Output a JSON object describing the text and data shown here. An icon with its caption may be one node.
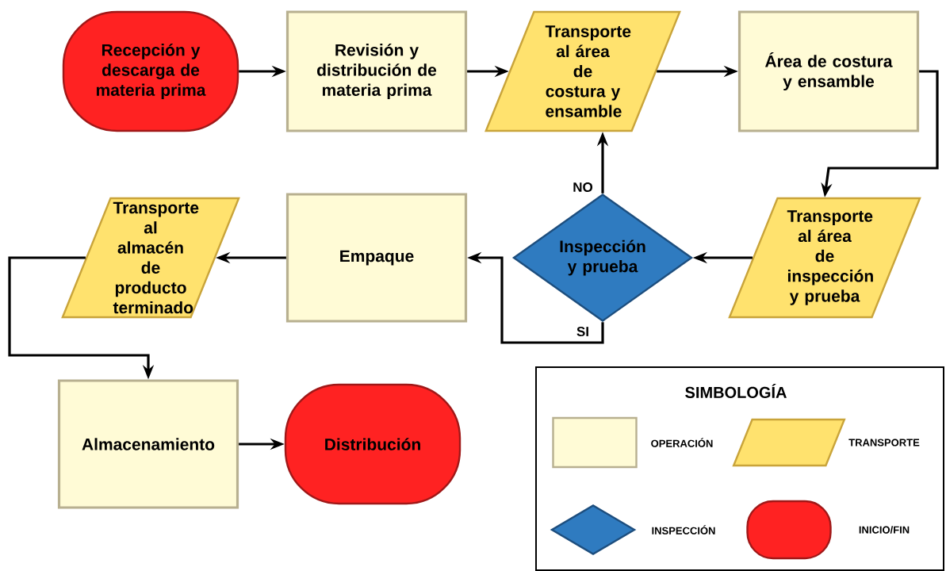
{
  "diagram": {
    "nodes": [
      {
        "text": [
          "Recepción y descarga de materia prima"
        ]
      },
      {
        "text": [
          "Revisión y distribución de materia prima"
        ]
      },
      {
        "text": [
          "Transporte al área de costura y ensamble"
        ]
      },
      {
        "text": [
          "Área de costura y ensamble"
        ]
      },
      {
        "text": [
          "Transporte al área de inspección y prueba"
        ]
      },
      {
        "text": [
          "Inspección y prueba"
        ]
      },
      {
        "text": [
          "Empaque"
        ]
      },
      {
        "text": [
          "Transporte al almacén de producto terminado"
        ]
      },
      {
        "text": [
          "Almacenamiento"
        ]
      },
      {
        "text": [
          "Distribución"
        ]
      }
    ],
    "edges": [
      {
        "from": 0,
        "to": 1,
        "arrow": "to"
      },
      {
        "from": 1,
        "to": 2,
        "arrow": "to"
      },
      {
        "from": 2,
        "to": 3,
        "arrow": "to"
      },
      {
        "from": 3,
        "to": 4,
        "arrow": "to"
      },
      {
        "from": 4,
        "to": 5,
        "arrow": "to"
      },
      {
        "from": 5,
        "to": 2,
        "arrow": "to",
        "label": "NO"
      },
      {
        "from": 5,
        "to": 6,
        "arrow": "to",
        "label": "SI"
      },
      {
        "from": 6,
        "to": 7,
        "arrow": "to"
      },
      {
        "from": 7,
        "to": 8,
        "arrow": "to"
      },
      {
        "from": 8,
        "to": 9,
        "arrow": "to"
      }
    ],
    "labels": [
      "SIMBOLOGÍA"
    ],
    "legend": [
      {
        "text": "OPERACIÓN"
      },
      {
        "text": "TRANSPORTE"
      },
      {
        "text": "INSPECCIÓN"
      },
      {
        "text": "INICIO/FIN"
      }
    ]
  }
}
